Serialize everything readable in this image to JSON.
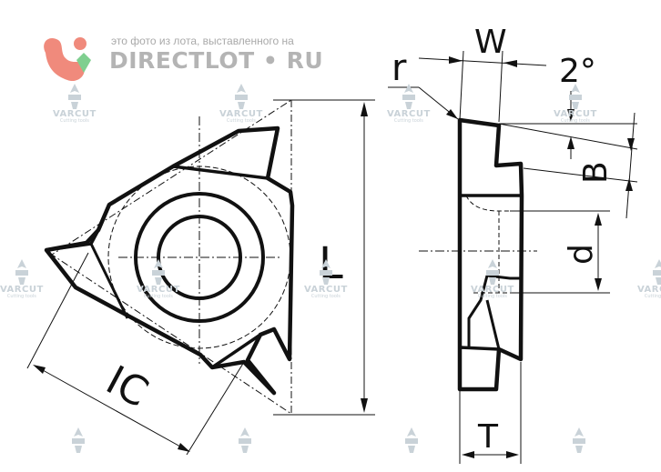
{
  "watermark": {
    "caption": "это фото из лота, выставленного на",
    "brand_left": "DIRECTLOT",
    "brand_dot": "•",
    "brand_right": "RU",
    "tile_label": "VARCUT",
    "tile_sub": "Cutting tools"
  },
  "labels": {
    "w": "W",
    "r": "r",
    "angle": "2°",
    "b": "B",
    "d": "d",
    "t": "T",
    "l": "L",
    "ic": "IC"
  },
  "colors": {
    "ink": "#111111",
    "watermark_gray": "#b4b4b4",
    "logo_red": "#f08a7c",
    "logo_green": "#7fcf8f",
    "tile_blue": "#c9d2d8"
  }
}
